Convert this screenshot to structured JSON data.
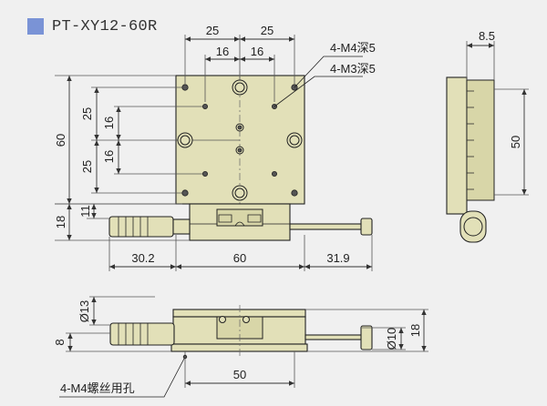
{
  "header": {
    "title": "PT-XY12-60R",
    "accent_color": "#7a93d6"
  },
  "body_color": "#e2e0b8",
  "top_view": {
    "dim_top_left": "25",
    "dim_top_right": "25",
    "dim_inner_left": "16",
    "dim_inner_right": "16",
    "dim_height": "60",
    "dim_left_upper": "25",
    "dim_left_lower": "25",
    "dim_left_inner_upper": "16",
    "dim_left_inner_lower": "16",
    "callout_m4": "4-M4深5",
    "callout_m3": "4-M3深5"
  },
  "front_view": {
    "dim_total_height": "18",
    "dim_inner_height": "11",
    "dim_left": "30.2",
    "dim_center": "60",
    "dim_right": "31.9"
  },
  "side_view": {
    "dim_width": "8.5",
    "dim_height": "50"
  },
  "bottom_view": {
    "dim_diameter_13": "Ø13",
    "dim_height_8": "8",
    "dim_diameter_10": "Ø10",
    "dim_height_18": "18",
    "dim_width_50": "50",
    "callout_holes": "4-M4螺丝用孔"
  }
}
